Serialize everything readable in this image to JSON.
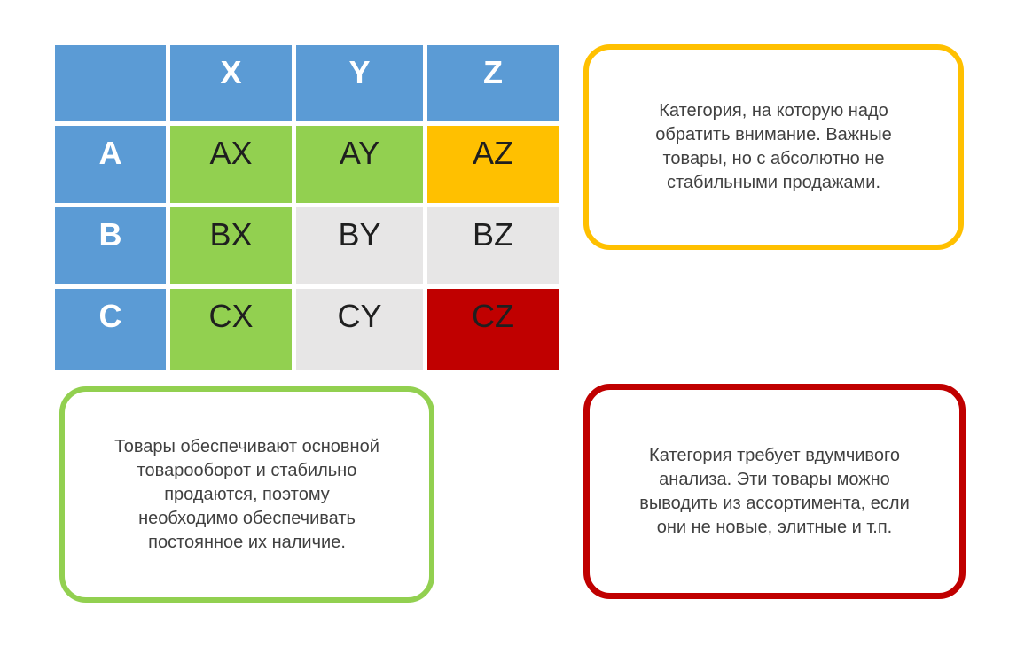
{
  "page": {
    "background": "#FFFFFF"
  },
  "matrix": {
    "corner_label": "",
    "header_color": "#5B9BD5",
    "cell_colors": {
      "green": "#92D050",
      "amber": "#FFC000",
      "gray": "#E7E6E6",
      "red": "#C00000"
    },
    "columns": [
      "X",
      "Y",
      "Z"
    ],
    "rows": [
      {
        "header": "A",
        "cells": [
          {
            "label": "AX",
            "color": "#92D050"
          },
          {
            "label": "AY",
            "color": "#92D050"
          },
          {
            "label": "AZ",
            "color": "#FFC000"
          }
        ]
      },
      {
        "header": "B",
        "cells": [
          {
            "label": "BX",
            "color": "#92D050"
          },
          {
            "label": "BY",
            "color": "#E7E6E6"
          },
          {
            "label": "BZ",
            "color": "#E7E6E6"
          }
        ]
      },
      {
        "header": "C",
        "cells": [
          {
            "label": "CX",
            "color": "#92D050"
          },
          {
            "label": "CY",
            "color": "#E7E6E6"
          },
          {
            "label": "CZ",
            "color": "#C00000"
          }
        ]
      }
    ]
  },
  "callouts": [
    {
      "id": "az-attention",
      "border_color": "#FFC000",
      "lines": [
        "Категория, на которую надо",
        "обратить внимание. Важные",
        "товары, но с абсолютно не",
        "стабильными продажами."
      ]
    },
    {
      "id": "stable-goods",
      "border_color": "#92D050",
      "lines": [
        "Товары обеспечивают основной",
        "товарооборот и стабильно",
        "продаются, поэтому",
        "необходимо обеспечивать",
        "постоянное их наличие."
      ]
    },
    {
      "id": "cz-analysis",
      "border_color": "#C00000",
      "lines": [
        "Категория требует вдумчивого",
        "анализа. Эти товары можно",
        "выводить из ассортимента, если",
        "они не новые, элитные и т.п."
      ]
    }
  ]
}
